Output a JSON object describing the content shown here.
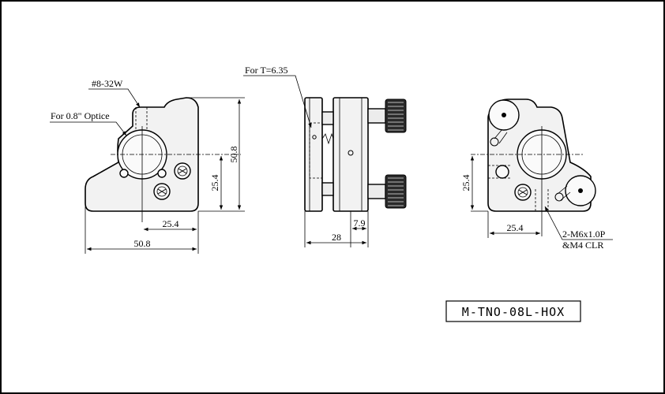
{
  "colors": {
    "line": "#000000",
    "background": "#ffffff",
    "part_fill": "#f2f2f2",
    "knob_fill": "#2a2a2a"
  },
  "front_view": {
    "callout_thread": "#8-32W",
    "callout_optic": "For 0.8\" Optice",
    "dim_height": "50.8",
    "dim_center_height": "25.4",
    "dim_center_width": "25.4",
    "dim_width": "50.8"
  },
  "side_view": {
    "callout_thickness": "For T=6.35",
    "dim_depth": "28",
    "dim_offset": "7.9"
  },
  "rear_view": {
    "dim_center_height": "25.4",
    "dim_center_width": "25.4",
    "callout_mount_line1": "2-M6x1.0P",
    "callout_mount_line2": "&M4 CLR"
  },
  "title_block": {
    "model": "M-TNO-08L-HOX"
  }
}
